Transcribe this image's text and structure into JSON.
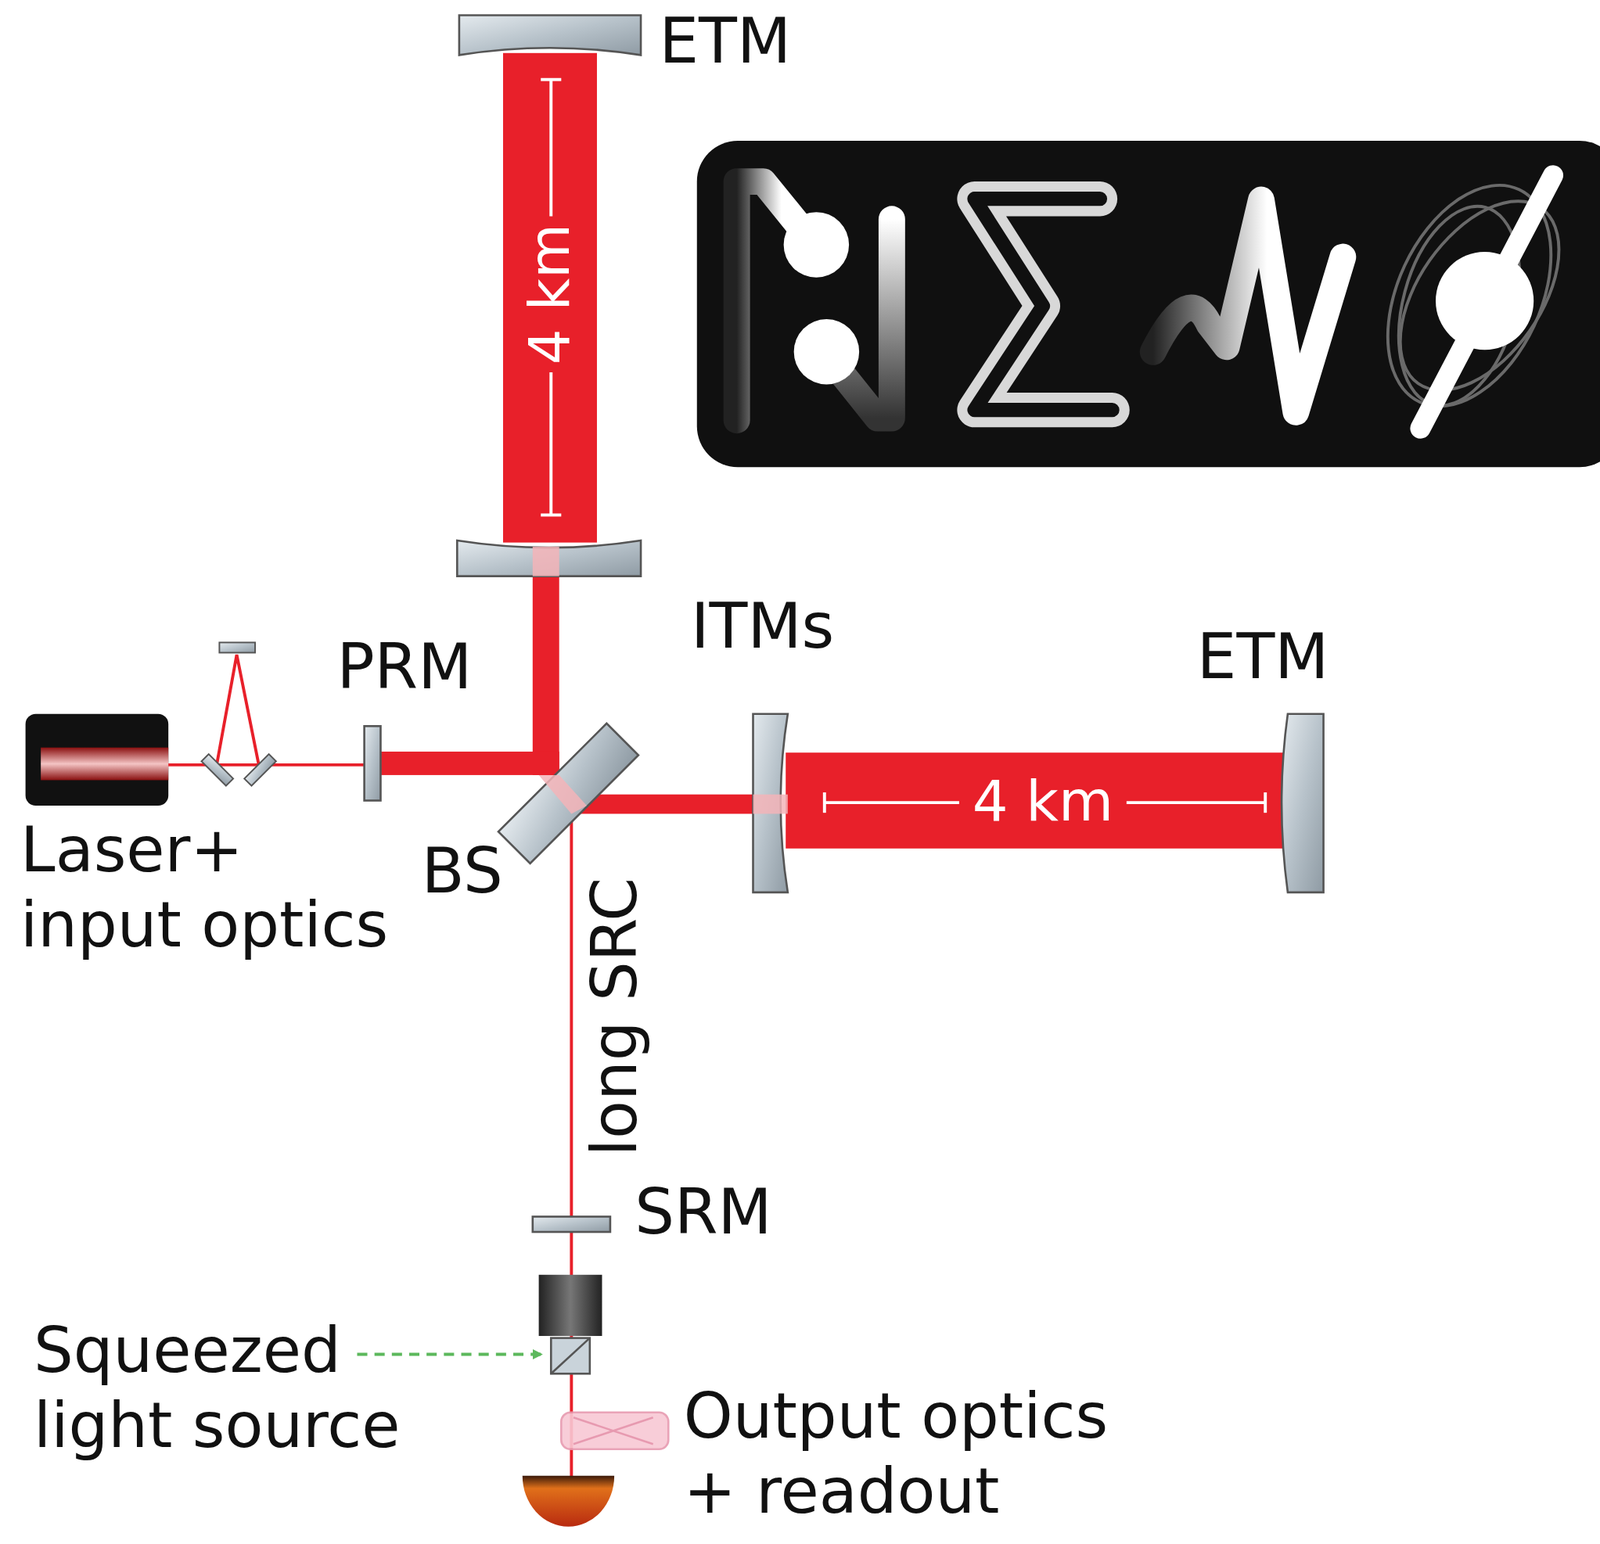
{
  "diagram": {
    "labels": [
      "ETM",
      "4 km",
      "ITMs",
      "PRM",
      "ETM",
      "4 km",
      "Laser+ input optics",
      "BS",
      "long SRC",
      "SRM",
      "Squeezed light source",
      "Output optics + readout"
    ]
  }
}
